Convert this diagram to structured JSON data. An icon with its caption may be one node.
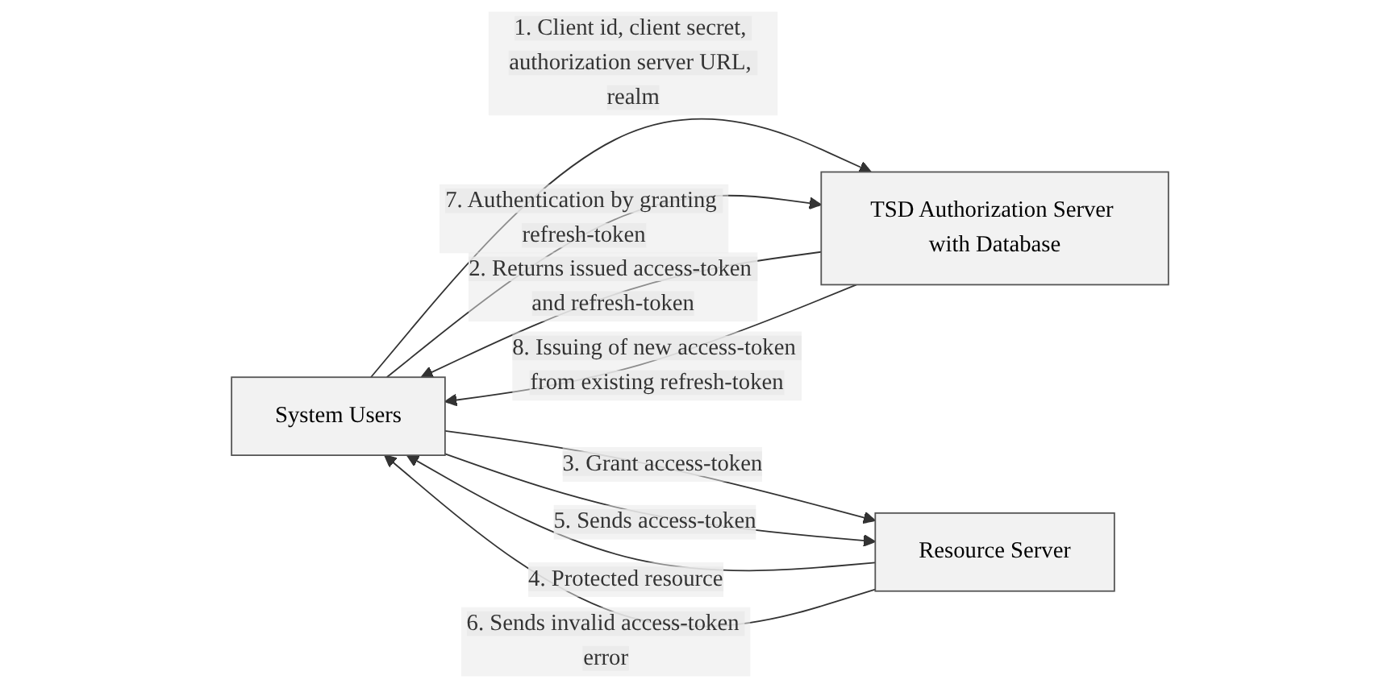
{
  "diagram": {
    "nodes": [
      {
        "text": [
          "System Users"
        ]
      },
      {
        "text": [
          "Resource Server"
        ]
      },
      {
        "text": [
          "TSD Authorization Server with Database"
        ]
      }
    ],
    "edges": [
      {
        "from": 0,
        "to": 2,
        "arrow": "to",
        "label": "1. Client id, client secret, authorization server URL, realm"
      },
      {
        "from": 2,
        "to": 0,
        "arrow": "to",
        "label": "2. Returns issued access-token and refresh-token"
      },
      {
        "from": 0,
        "to": 1,
        "arrow": "to",
        "label": "3. Grant access-token"
      },
      {
        "from": 1,
        "to": 0,
        "arrow": "to",
        "label": "4. Protected resource"
      },
      {
        "from": 0,
        "to": 1,
        "arrow": "to",
        "label": "5. Sends access-token"
      },
      {
        "from": 1,
        "to": 0,
        "arrow": "to",
        "label": "6. Sends invalid access-token error"
      },
      {
        "from": 0,
        "to": 2,
        "arrow": "to",
        "label": "7. Authentication by granting refresh-token"
      },
      {
        "from": 2,
        "to": 0,
        "arrow": "to",
        "label": "8. Issuing of new access-token from existing refresh-token"
      }
    ]
  }
}
